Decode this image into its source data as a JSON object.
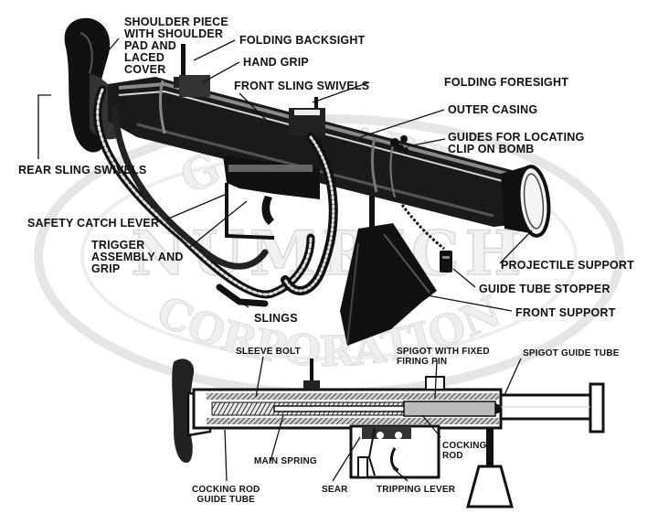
{
  "watermark": {
    "top_arc": "GUN PARTS",
    "center": "NUMRICH",
    "bottom_arc": "CORPORATION"
  },
  "labels": {
    "shoulder_piece": [
      "SHOULDER PIECE",
      "WITH SHOULDER",
      "PAD AND",
      "LACED",
      "COVER"
    ],
    "folding_backsight": "FOLDING BACKSIGHT",
    "hand_grip": "HAND GRIP",
    "folding_foresight": "FOLDING FORESIGHT",
    "front_sling_swivels": "FRONT SLING SWIVELS",
    "outer_casing": "OUTER CASING",
    "guides_locating": [
      "GUIDES FOR LOCATING",
      "CLIP ON BOMB"
    ],
    "rear_sling_swivels": "REAR SLING SWIVELS",
    "safety_catch_lever": "SAFETY CATCH LEVER",
    "trigger_assembly": [
      "TRIGGER",
      "ASSEMBLY AND",
      "GRIP"
    ],
    "projectile_support": "PROJECTILE SUPPORT",
    "guide_tube_stopper": "GUIDE TUBE STOPPER",
    "slings": "SLINGS",
    "front_support": "FRONT SUPPORT",
    "sleeve_bolt": "SLEEVE BOLT",
    "spigot_fixed_pin": [
      "SPIGOT WITH FIXED",
      "FIRING PIN"
    ],
    "spigot_guide_tube": "SPIGOT GUIDE TUBE",
    "main_spring": "MAIN SPRING",
    "cocking_rod": [
      "COCKING",
      "ROD"
    ],
    "cocking_rod_guide_tube": [
      "COCKING ROD",
      "GUIDE TUBE"
    ],
    "sear": "SEAR",
    "tripping_lever": "TRIPPING LEVER"
  }
}
